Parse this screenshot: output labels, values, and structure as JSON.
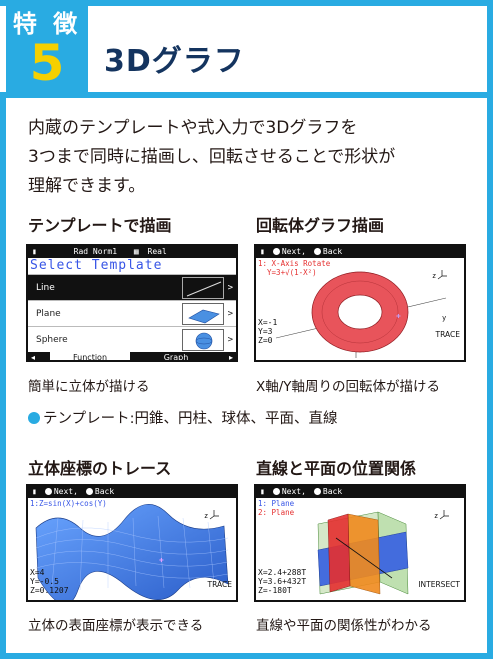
{
  "header": {
    "badge_label": "特 徴",
    "badge_number": "5",
    "title": "3Dグラフ"
  },
  "intro": {
    "line1": "内蔵のテンプレートや式入力で3Dグラフを",
    "line2": "3つまで同時に描画し、回転させることで形状が",
    "line3": "理解できます。"
  },
  "panels": {
    "template": {
      "heading": "テンプレートで描画",
      "caption": "簡単に立体が描ける",
      "status": {
        "left": "Rad Norm1",
        "right": "Real"
      },
      "screen_title": "Select Template",
      "rows": [
        {
          "label": "Line"
        },
        {
          "label": "Plane"
        },
        {
          "label": "Sphere"
        }
      ],
      "footer": {
        "tab1": "Function",
        "tab2": "Graph"
      }
    },
    "rotation": {
      "heading": "回転体グラフ描画",
      "caption": "X軸/Y軸周りの回転体が描ける",
      "status": {
        "next": "Next,",
        "back": "Back"
      },
      "equation": "1: X-Axis Rotate\n  Y=3+√(1-X²)",
      "readout": "X=-1\nY=3\nZ=0",
      "tag": "TRACE"
    },
    "trace": {
      "heading": "立体座標のトレース",
      "caption": "立体の表面座標が表示できる",
      "status": {
        "next": "Next,",
        "back": "Back"
      },
      "equation": "1:Z=sin(X)+cos(Y)",
      "readout": "X=4\nY=-0.5\nZ=0.1207",
      "tag": "TRACE"
    },
    "intersect": {
      "heading": "直線と平面の位置関係",
      "caption": "直線や平面の関係性がわかる",
      "status": {
        "next": "Next,",
        "back": "Back"
      },
      "equation_line1": "1: Plane",
      "equation_line2": "2: Plane",
      "readout": "X=2.4+288T\nY=3.6+432T\nZ=-180T",
      "tag": "INTERSECT"
    }
  },
  "bullet": "テンプレート:円錐、円柱、球体、平面、直線",
  "colors": {
    "accent": "#29abe2",
    "title": "#14345f",
    "badge_number": "#f5d000",
    "torus": "#e8545b",
    "surface": "#3d7be0"
  }
}
